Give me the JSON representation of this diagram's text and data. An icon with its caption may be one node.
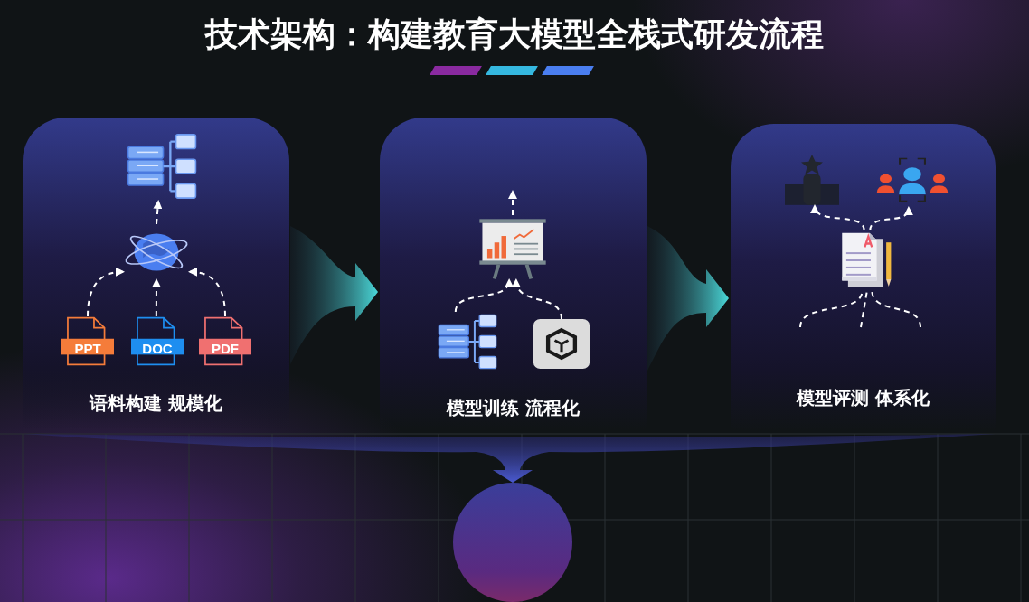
{
  "diagram": {
    "title": "技术架构：构建教育大模型全栈式研发流程",
    "nodes": [
      {
        "text": [
          "语料构建 规模化"
        ]
      },
      {
        "text": [],
        "shape": "picture",
        "in": 0
      },
      {
        "text": [],
        "shape": "picture",
        "in": 0
      },
      {
        "text": [
          "PPT"
        ],
        "in": 0
      },
      {
        "text": [
          "DOC"
        ],
        "in": 0
      },
      {
        "text": [
          "PDF"
        ],
        "in": 0
      },
      {
        "text": [
          "模型训练 流程化"
        ]
      },
      {
        "text": [],
        "shape": "picture",
        "in": 6
      },
      {
        "text": [],
        "shape": "picture",
        "in": 6
      },
      {
        "text": [],
        "shape": "picture",
        "in": 6
      },
      {
        "text": [
          "模型评测 体系化"
        ]
      },
      {
        "text": [],
        "shape": "picture",
        "in": 10
      },
      {
        "text": [],
        "shape": "picture",
        "in": 10
      },
      {
        "text": [],
        "shape": "picture",
        "in": 10
      },
      {
        "text": [],
        "shape": "circle"
      }
    ],
    "edges": [
      {
        "from": 2,
        "to": 1,
        "arrow": "to",
        "style": "dashed"
      },
      {
        "from": 3,
        "to": 2,
        "arrow": "to",
        "style": "dashed"
      },
      {
        "from": 4,
        "to": 2,
        "arrow": "to",
        "style": "dashed"
      },
      {
        "from": 5,
        "to": 2,
        "arrow": "to",
        "style": "dashed"
      },
      {
        "from": 7,
        "to": null,
        "arrow": "to",
        "style": "dashed"
      },
      {
        "from": 8,
        "to": 7,
        "arrow": "to",
        "style": "dashed"
      },
      {
        "from": 9,
        "to": 7,
        "arrow": "to",
        "style": "dashed"
      },
      {
        "from": 13,
        "to": 11,
        "arrow": "to",
        "style": "dashed"
      },
      {
        "from": 13,
        "to": 12,
        "arrow": "to",
        "style": "dashed"
      },
      {
        "from": null,
        "to": 13,
        "arrow": "none",
        "style": "dashed"
      },
      {
        "from": null,
        "to": 13,
        "arrow": "none",
        "style": "dashed"
      },
      {
        "from": null,
        "to": 13,
        "arrow": "none",
        "style": "dashed"
      },
      {
        "from": 0,
        "to": 6,
        "arrow": "to",
        "style": "thick"
      },
      {
        "from": 6,
        "to": 10,
        "arrow": "to",
        "style": "thick"
      },
      {
        "from": 0,
        "to": 14,
        "arrow": "to",
        "style": "thick"
      },
      {
        "from": 6,
        "to": 14,
        "arrow": "to",
        "style": "thick"
      },
      {
        "from": 10,
        "to": 14,
        "arrow": "to",
        "style": "thick"
      }
    ]
  }
}
